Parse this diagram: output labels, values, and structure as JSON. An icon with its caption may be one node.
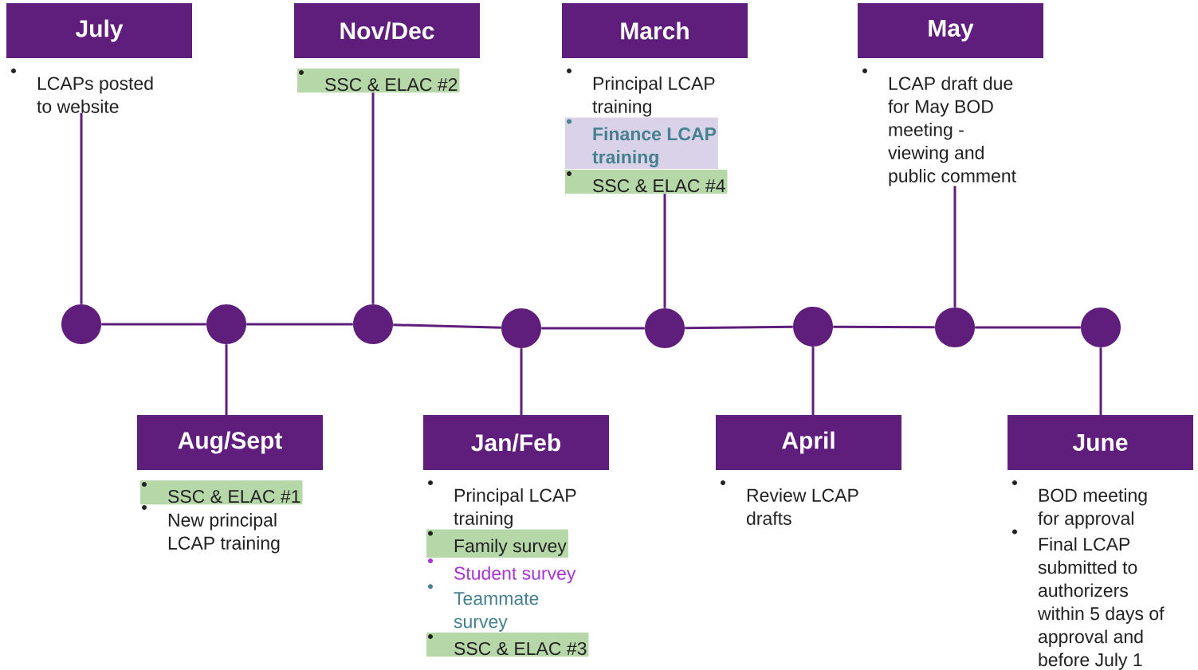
{
  "diagram": {
    "nodes": [
      {
        "text": [
          "July",
          "LCAPs posted to website"
        ]
      },
      {
        "text": [
          "Aug/Sept",
          "SSC & ELAC #1",
          "New principal LCAP training"
        ]
      },
      {
        "text": [
          "Nov/Dec",
          "SSC & ELAC #2"
        ]
      },
      {
        "text": [
          "Jan/Feb",
          "Principal LCAP training",
          "Family survey",
          "Student survey",
          "Teammate survey",
          "SSC & ELAC #3"
        ]
      },
      {
        "text": [
          "March",
          "Principal LCAP training",
          "Finance LCAP training",
          "SSC & ELAC #4"
        ]
      },
      {
        "text": [
          "April",
          "Review LCAP drafts"
        ]
      },
      {
        "text": [
          "May",
          "LCAP draft due for May BOD meeting - viewing and public comment"
        ]
      },
      {
        "text": [
          "June",
          "BOD meeting for approval",
          "Final LCAP submitted to authorizers within 5 days of approval and before July 1"
        ]
      },
      {
        "text": [],
        "shape": "circle"
      },
      {
        "text": [],
        "shape": "circle"
      },
      {
        "text": [],
        "shape": "circle"
      },
      {
        "text": [],
        "shape": "circle"
      },
      {
        "text": [],
        "shape": "circle"
      },
      {
        "text": [],
        "shape": "circle"
      },
      {
        "text": [],
        "shape": "circle"
      },
      {
        "text": [],
        "shape": "circle"
      }
    ],
    "edges": [
      {
        "from": 8,
        "to": 9,
        "arrow": "none"
      },
      {
        "from": 9,
        "to": 10,
        "arrow": "none"
      },
      {
        "from": 10,
        "to": 11,
        "arrow": "none"
      },
      {
        "from": 11,
        "to": 12,
        "arrow": "none"
      },
      {
        "from": 12,
        "to": 13,
        "arrow": "none"
      },
      {
        "from": 13,
        "to": 14,
        "arrow": "none"
      },
      {
        "from": 14,
        "to": 15,
        "arrow": "none"
      },
      {
        "from": 8,
        "to": 0,
        "arrow": "none"
      },
      {
        "from": 9,
        "to": 1,
        "arrow": "none"
      },
      {
        "from": 10,
        "to": 2,
        "arrow": "none"
      },
      {
        "from": 11,
        "to": 3,
        "arrow": "none"
      },
      {
        "from": 12,
        "to": 4,
        "arrow": "none"
      },
      {
        "from": 13,
        "to": 5,
        "arrow": "none"
      },
      {
        "from": 14,
        "to": 6,
        "arrow": "none"
      },
      {
        "from": 15,
        "to": 7,
        "arrow": "none"
      }
    ]
  }
}
